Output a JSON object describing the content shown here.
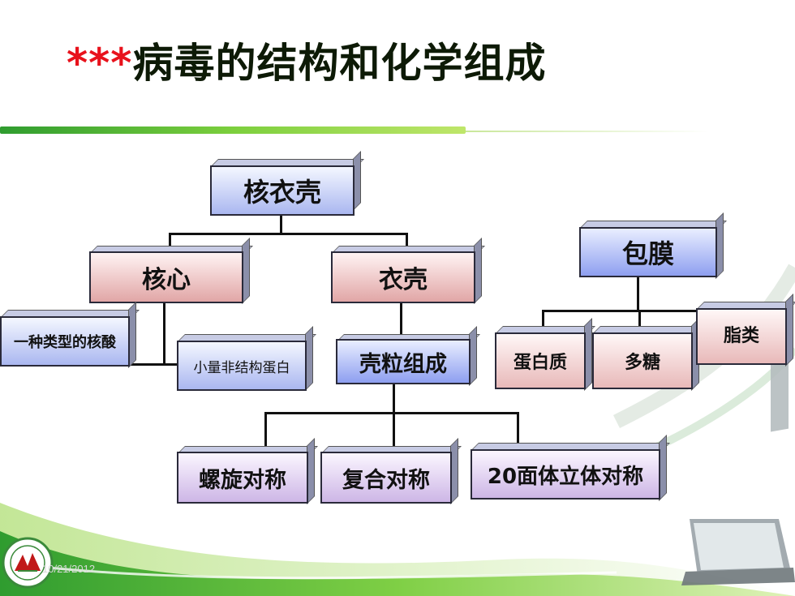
{
  "title": {
    "stars": "***",
    "text": "病毒的结构和化学组成"
  },
  "nodes": {
    "root": "核衣壳",
    "core": "核心",
    "capsid": "衣壳",
    "envelope": "包膜",
    "nucleic_acid": "一种类型的核酸",
    "minor_protein": "小量非结构蛋白",
    "capsomere": "壳粒组成",
    "protein": "蛋白质",
    "polysaccharide": "多糖",
    "lipid": "脂类",
    "helical": "螺旋对称",
    "complex": "复合对称",
    "icosahedral": "20面体立体对称"
  },
  "footer": {
    "date": "10/21/2012"
  },
  "colors": {
    "title_stars": "#e8121c",
    "title_bar": "#4caf30",
    "box_blue": "#aab7f0",
    "box_pink": "#e1a6a6"
  }
}
